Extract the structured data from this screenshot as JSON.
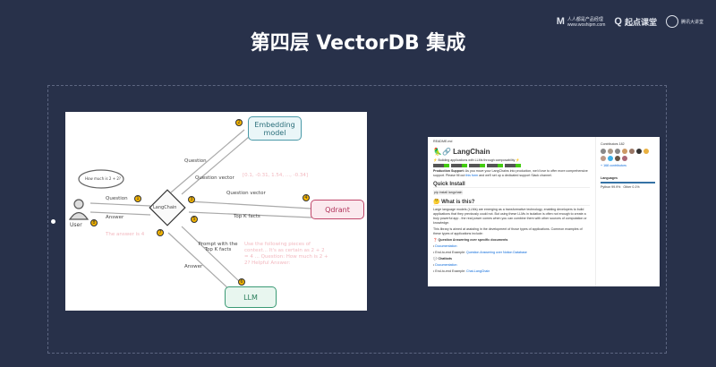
{
  "title": "第四层 VectorDB 集成",
  "logos": [
    {
      "mark": "M",
      "name": "人人都是产品经理",
      "sub": "www.woshipm.com"
    },
    {
      "mark": "Q",
      "name": "起点课堂"
    },
    {
      "name": "腾讯大讲堂"
    }
  ],
  "diagram": {
    "nodes": {
      "user": "User",
      "langchain": "LangChain",
      "embedding": "Embedding model",
      "qdrant": "Qdrant",
      "llm": "LLM"
    },
    "bubble": "How much is 2 + 2?",
    "edges": {
      "question_user": "Question",
      "answer_user": "Answer",
      "question_embed": "Question",
      "question_vector_back": "Question vector",
      "question_vector_qdrant": "Question vector",
      "top_k": "Top K facts",
      "prompt": "Prompt with the Top K facts",
      "answer_llm": "Answer"
    },
    "notes": {
      "vector": "[0.1, -0.31, 1.54, ..., -0.34]",
      "answer": "The answer is 4",
      "context": "Use the following pieces of context... It's as certain as 2 + 2 = 4 ... Question: How much is 2 + 2? Helpful Answer:"
    },
    "steps": [
      "1",
      "2",
      "3",
      "4",
      "5",
      "6",
      "7",
      "8"
    ]
  },
  "readme": {
    "file": "README.md",
    "title": "🦜🔗 LangChain",
    "tagline": "⚡ Building applications with LLMs through composability ⚡",
    "production_label": "Production Support:",
    "production_text": "As you move your LangChains into production, we'd love to offer more comprehensive support. Please fill out",
    "form_link": "this form",
    "production_tail": "and we'll set up a dedicated support Slack channel.",
    "quick_install": "Quick Install",
    "install_cmd": "pip install langchain",
    "what": "🤔 What is this?",
    "para1": "Large language models (LLMs) are emerging as a transformative technology, enabling developers to build applications that they previously could not. But using these LLMs in isolation is often not enough to create a truly powerful app - the real power comes when you can combine them with other sources of computation or knowledge.",
    "para2": "This library is aimed at assisting in the development of those types of applications. Common examples of these types of applications include:",
    "qa": "❓ Question Answering over specific documents",
    "doc1": "Documentation",
    "e2e1_label": "End-to-end Example:",
    "e2e1": "Question Answering over Notion Database",
    "chatbots": "💬 Chatbots",
    "doc2": "Documentation",
    "e2e2_label": "End-to-end Example:",
    "e2e2": "Chat-LangChain",
    "contributors": "Contributors",
    "contrib_count": "182",
    "more_contrib": "+ 168 contributors",
    "languages": "Languages",
    "lang1": "Python 99.9%",
    "lang2": "Other 0.1%"
  }
}
